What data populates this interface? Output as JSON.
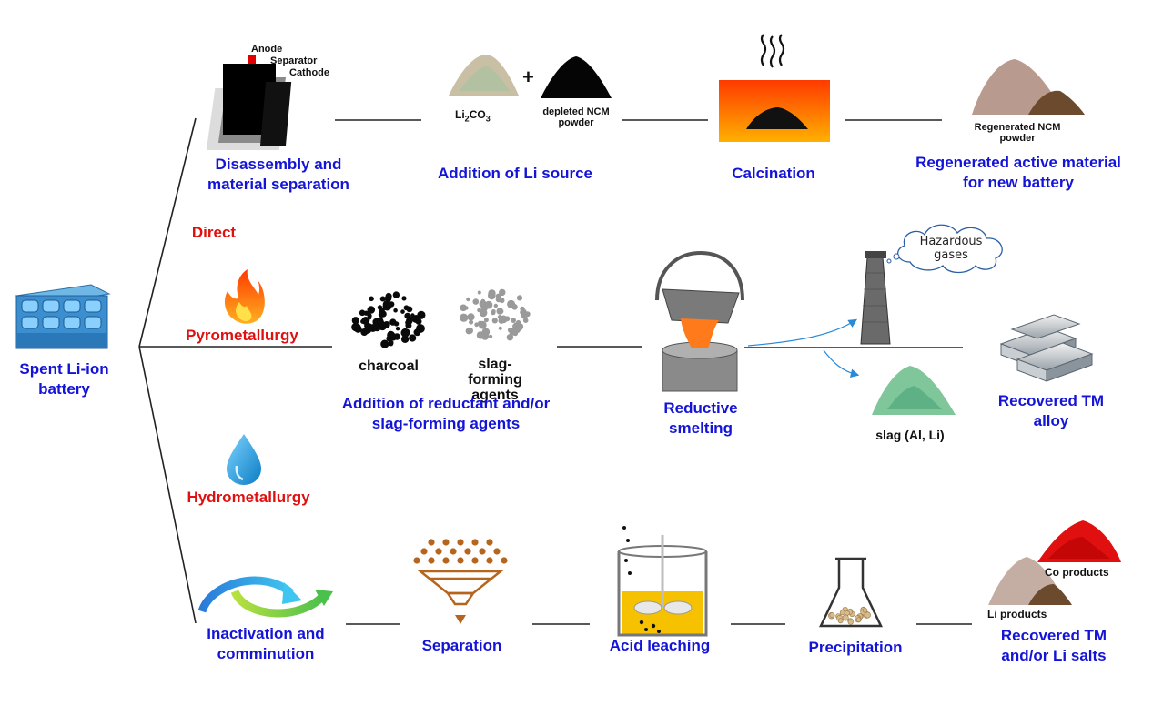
{
  "source": {
    "label": "Spent Li-ion battery"
  },
  "routes": {
    "direct": "Direct",
    "pyro": "Pyrometallurgy",
    "hydro": "Hydrometallurgy"
  },
  "direct": {
    "step1": "Disassembly and material separation",
    "step1_parts": {
      "anode": "Anode",
      "separator": "Separator",
      "cathode": "Cathode"
    },
    "step2": "Addition of Li source",
    "li2co3": {
      "base": "Li",
      "sub1": "2",
      "mid": "CO",
      "sub2": "3"
    },
    "plus": "+",
    "depleted": "depleted NCM powder",
    "step3": "Calcination",
    "step4": "Regenerated active material for new battery",
    "regenerated_powder": "Regenerated NCM powder"
  },
  "pyro": {
    "charcoal": "charcoal",
    "slag_agents": "slag-forming agents",
    "step1": "Addition of reductant and/or slag-forming agents",
    "step2": "Reductive smelting",
    "gases": "Hazardous gases",
    "slag": "slag (Al, Li)",
    "step3": "Recovered TM alloy"
  },
  "hydro": {
    "step1": "Inactivation and comminution",
    "step2": "Separation",
    "step3": "Acid leaching",
    "step4": "Precipitation",
    "co_products": "Co products",
    "li_products": "Li products",
    "step5": "Recovered TM and/or Li salts"
  },
  "colors": {
    "label_blue": "#1414d9",
    "route_red": "#e01010",
    "flame_orange": "#ff6a00",
    "drop_blue": "#1ea0e0",
    "arrow_blue": "#2a8ad8"
  }
}
